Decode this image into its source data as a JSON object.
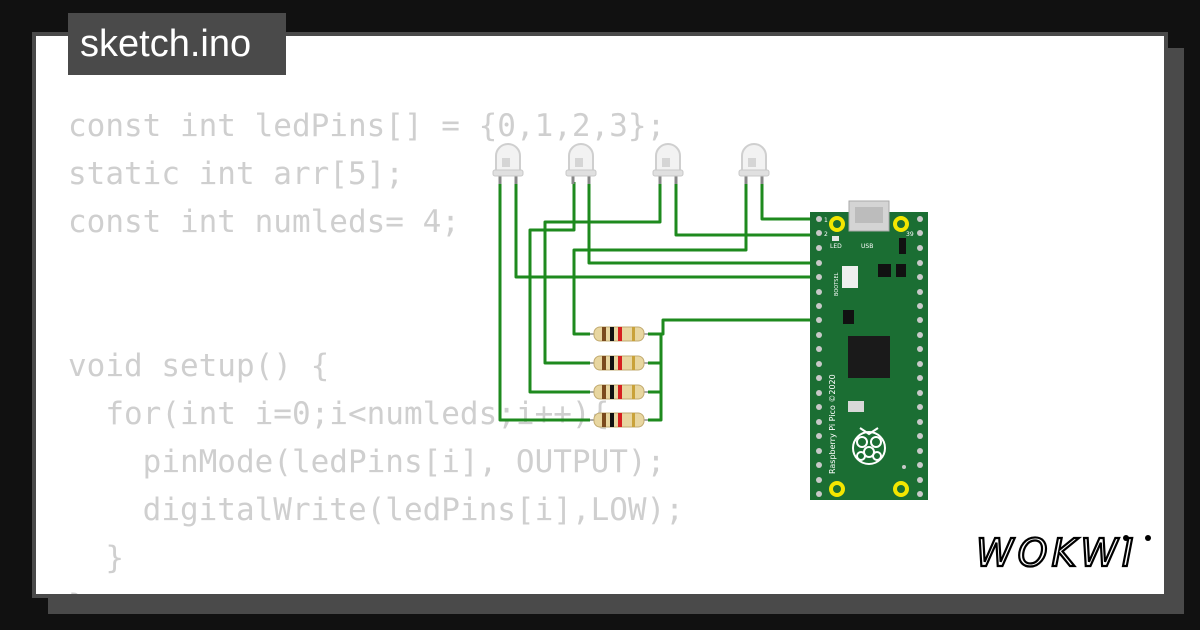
{
  "tab": {
    "filename": "sketch.ino"
  },
  "code": {
    "lines": [
      "const int ledPins[] = {0,1,2,3};",
      "static int arr[5];",
      "const int numleds= 4;",
      "",
      "",
      "void setup() {",
      "  for(int i=0;i<numleds;i++){",
      "    pinMode(ledPins[i], OUTPUT);",
      "    digitalWrite(ledPins[i],LOW);",
      "  }",
      "}"
    ]
  },
  "board": {
    "name": "Raspberry Pi Pico ©2020",
    "label_led": "LED",
    "label_usb": "USB",
    "label_bootsel": "BOOTSEL",
    "pin_1": "1",
    "pin_2": "2",
    "pin_39": "39"
  },
  "brand": {
    "logo_text": "WOKWI"
  },
  "colors": {
    "background": "#111111",
    "frame": "#4a4a4a",
    "code_text": "#cfcfcf",
    "wire": "#1e8a1e",
    "board": "#1b6e33",
    "led": "#e6e6e6"
  },
  "icons": {
    "leds": "led-icon",
    "resistors": "resistor-icon",
    "logo": "wokwi-logo"
  }
}
